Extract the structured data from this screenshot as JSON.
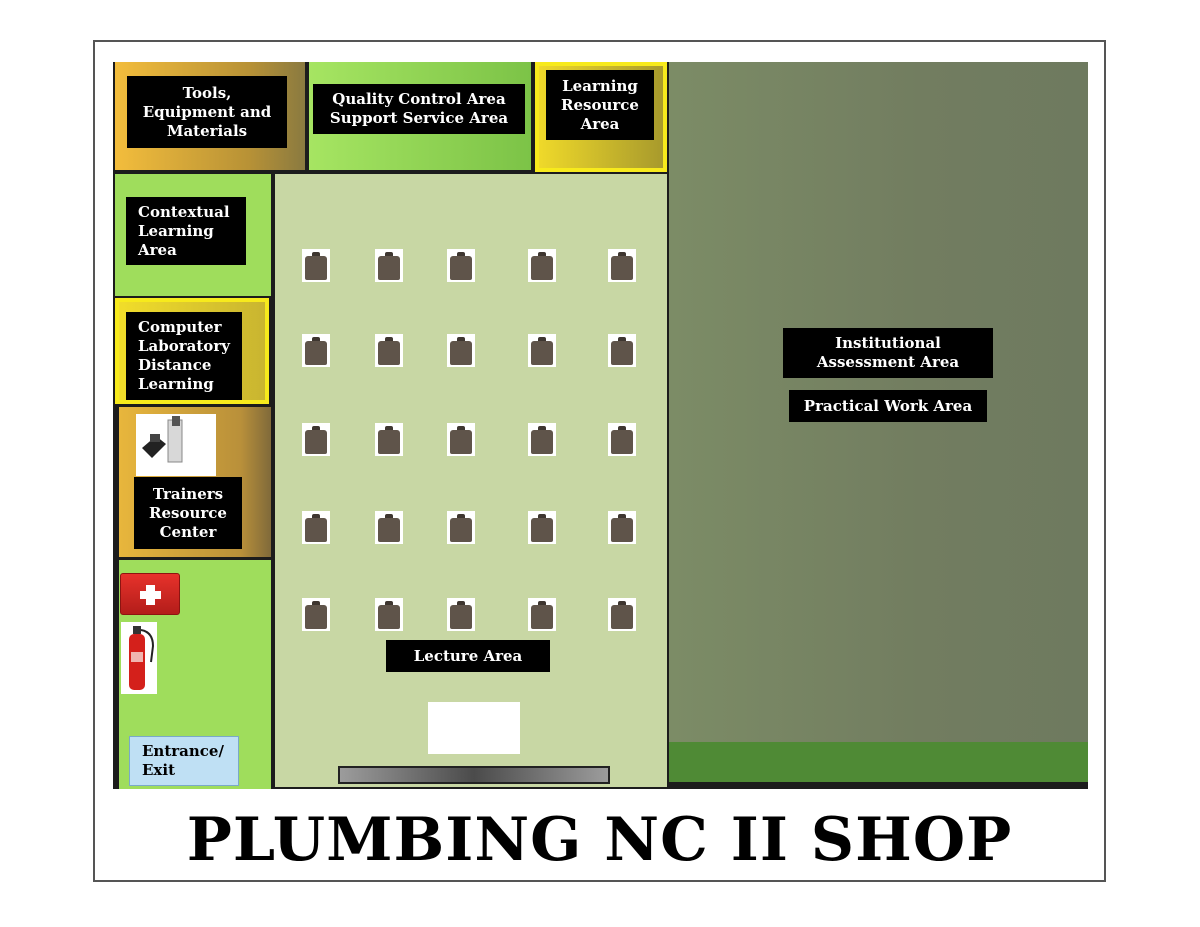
{
  "areas": {
    "tools": "Tools,\nEquipment and\nMaterials",
    "quality": "Quality Control Area\nSupport Service Area",
    "learning_resource": "Learning\nResource\nArea",
    "contextual": "Contextual\nLearning\nArea",
    "computer_lab": "Computer\nLaboratory\n  Distance\n  Learning",
    "trainers": "Trainers\nResource\nCenter",
    "entrance": "Entrance/\nExit",
    "lecture": "Lecture Area",
    "institutional": "Institutional\nAssessment Area",
    "practical": "Practical Work Area"
  },
  "seats": {
    "rows": 5,
    "cols": 5
  },
  "icons": [
    "first-aid-icon",
    "fire-extinguisher-icon",
    "trainer-equipment-icon",
    "chair-icon"
  ],
  "colors": {
    "green": "#9fd95a",
    "gold": "#d4a23a",
    "yellow": "#f4e51a",
    "lecture_floor": "#c8d7a4",
    "practical_floor": "#778661",
    "dark_green_strip": "#4f8a35"
  },
  "title": "PLUMBING NC II SHOP"
}
